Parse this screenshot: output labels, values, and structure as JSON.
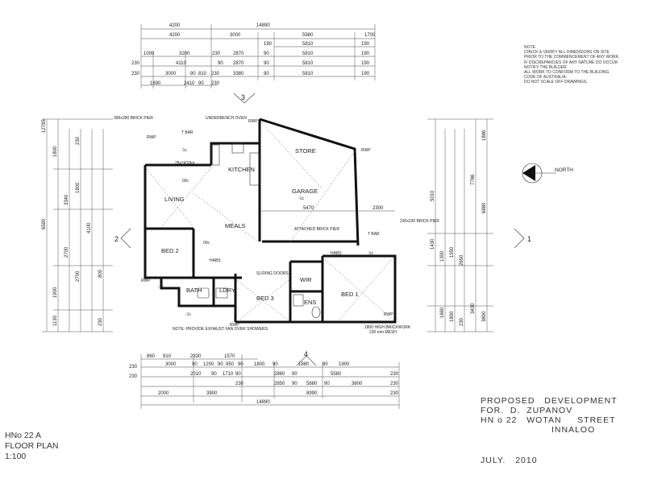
{
  "notes": {
    "lines": [
      "NOTE:",
      "CHECK & VERIFY ALL DIMENSIONS ON SITE",
      "PRIOR TO THE COMMENCEMENT OF ANY WORK.",
      "IF DISCREPANCIES OF ANY NATURE DO OCCUR",
      "NOTIFY THE BUILDER.",
      "ALL WORK TO CONFORM TO THE BUILDING",
      "CODE OF AUSTRALIA.",
      "DO NOT SCALE OFF DRAWINGS."
    ]
  },
  "proposal": {
    "line1": "PROPOSED   DEVELOPMENT",
    "line2": "FOR.  D.  ZUPANOV",
    "line3": "HN o 22   WOTAN     STREET",
    "line4": "INNALOO",
    "date": "JULY.   2010"
  },
  "plan_info": {
    "title1": "HNo 22 A",
    "title2": "FLOOR PLAN",
    "scale": "1:100"
  },
  "north": {
    "label": "NORTH"
  },
  "sections": {
    "s1": "1",
    "s2": "2",
    "s3": "3",
    "s4": "4"
  },
  "rooms": {
    "store": "STORE",
    "garage": "GARAGE",
    "kitchen": "KITCHEN",
    "living": "LIVING",
    "meals": "MEALS",
    "bed2": "BED 2",
    "bed3": "BED 3",
    "bed1": "BED 1",
    "bath": "BATH",
    "ldry": "LDRY",
    "wir": "WIR",
    "ens": "ENS"
  },
  "labels": {
    "brick_pier_tl": "390x390 BRICK PIER",
    "underbench_oven": "UNDERBENCH OVEN",
    "attached_brick_pier": "ATTACHED BRICK PIER",
    "sliding_doors": "SLIDING DOORS",
    "brick_pier_r": "230x230 BRICK PIER",
    "high_brickwork": "1800 HIGH BRICKWORK",
    "mm_mesh": "230 mm MESH",
    "exhaust": "NOTE: PROVIDE EXHAUST FAN OVER SHOWERS.",
    "tbar1": "T BAR",
    "tbar2": "T BAR",
    "rwp1": "RWP",
    "rwp2": "RWP",
    "rwp3": "RWP",
    "rwp4": "RWP",
    "rwp5": "RWP",
    "rwp6": "RWP",
    "minus1c_1": "-1c",
    "minus1c_2": "-1c",
    "minus1c_3": "-1c",
    "minus1c_4": "-1c",
    "minus1c_5": "-1c",
    "oc1": "00c",
    "oc2": "00c",
    "rail": "28x2410lnt",
    "habs1": "HABS",
    "habs2": "HABS",
    "n5470": "5470",
    "n2300": "2300"
  },
  "top_dims": {
    "row1": [
      "4200",
      "14890"
    ],
    "row2": [
      "4200",
      "3000",
      "5980",
      "1700"
    ],
    "row3": [
      "190",
      "5810",
      "190"
    ],
    "row4": [
      "1000",
      "3200",
      "230",
      "2870",
      "90",
      "5810",
      "190"
    ],
    "row5": [
      "230",
      "4110",
      "90",
      "2870",
      "90",
      "5810",
      "190"
    ],
    "row6": [
      "230",
      "3000",
      "90",
      "810",
      "230",
      "3380",
      "90",
      "5810",
      "190"
    ],
    "row7": [
      "1690",
      "2410",
      "90",
      "230"
    ]
  },
  "bottom_dims": {
    "row1": [
      "860",
      "910",
      "2330",
      "1570"
    ],
    "row2": [
      "230",
      "3000",
      "90",
      "1200",
      "90",
      "950",
      "90",
      "1800",
      "90",
      "1880",
      "90",
      "1900",
      "230"
    ],
    "row3": [
      "230",
      "2010",
      "90",
      "1710",
      "90",
      "2860",
      "90",
      "5580",
      "230"
    ],
    "row4": [
      "230",
      "2850",
      "90",
      "5880",
      "90",
      "3600",
      "230"
    ],
    "row5": [
      "2000",
      "3900",
      "8990"
    ],
    "row6": [
      "14890"
    ]
  },
  "left_dims": [
    "12785",
    "1800",
    "6590",
    "3340",
    "2700",
    "1900",
    "1130",
    "230",
    "1800",
    "4100",
    "2700",
    "800",
    "230"
  ],
  "right_dims": [
    "1886",
    "6880",
    "5010",
    "7786",
    "1430",
    "3890",
    "1300",
    "3430",
    "2650",
    "1950",
    "1660",
    "1800",
    "230"
  ]
}
